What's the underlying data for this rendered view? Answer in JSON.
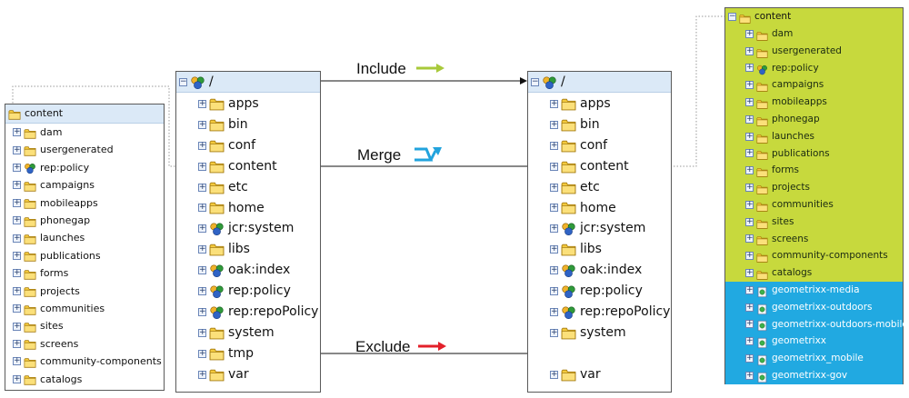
{
  "colors": {
    "header_bg": "#dbe9f7",
    "green_region": "#c7d93d",
    "blue_region": "#21a9e1",
    "include_arrow": "#a8c93a",
    "merge_arrow": "#22a3dd",
    "exclude_arrow": "#e3202a"
  },
  "labels": {
    "include": "Include",
    "merge": "Merge",
    "exclude": "Exclude"
  },
  "left_panel": {
    "root": "content",
    "items": [
      {
        "name": "dam",
        "icon": "folder-icon"
      },
      {
        "name": "usergenerated",
        "icon": "folder-icon"
      },
      {
        "name": "rep:policy",
        "icon": "policy-icon"
      },
      {
        "name": "campaigns",
        "icon": "folder-icon"
      },
      {
        "name": "mobileapps",
        "icon": "folder-icon"
      },
      {
        "name": "phonegap",
        "icon": "folder-icon"
      },
      {
        "name": "launches",
        "icon": "folder-icon"
      },
      {
        "name": "publications",
        "icon": "folder-icon"
      },
      {
        "name": "forms",
        "icon": "folder-icon"
      },
      {
        "name": "projects",
        "icon": "folder-icon"
      },
      {
        "name": "communities",
        "icon": "folder-icon"
      },
      {
        "name": "sites",
        "icon": "folder-icon"
      },
      {
        "name": "screens",
        "icon": "folder-icon"
      },
      {
        "name": "community-components",
        "icon": "folder-icon"
      },
      {
        "name": "catalogs",
        "icon": "folder-icon"
      }
    ]
  },
  "source_repo": {
    "root": "/",
    "items": [
      {
        "name": "apps",
        "icon": "folder-icon"
      },
      {
        "name": "bin",
        "icon": "folder-icon"
      },
      {
        "name": "conf",
        "icon": "folder-icon"
      },
      {
        "name": "content",
        "icon": "folder-icon"
      },
      {
        "name": "etc",
        "icon": "folder-icon"
      },
      {
        "name": "home",
        "icon": "folder-icon"
      },
      {
        "name": "jcr:system",
        "icon": "policy-icon"
      },
      {
        "name": "libs",
        "icon": "folder-icon"
      },
      {
        "name": "oak:index",
        "icon": "policy-icon"
      },
      {
        "name": "rep:policy",
        "icon": "policy-icon"
      },
      {
        "name": "rep:repoPolicy",
        "icon": "policy-icon"
      },
      {
        "name": "system",
        "icon": "folder-icon"
      },
      {
        "name": "tmp",
        "icon": "folder-icon"
      },
      {
        "name": "var",
        "icon": "folder-icon"
      }
    ]
  },
  "target_repo": {
    "root": "/",
    "items": [
      {
        "name": "apps",
        "icon": "folder-icon"
      },
      {
        "name": "bin",
        "icon": "folder-icon"
      },
      {
        "name": "conf",
        "icon": "folder-icon"
      },
      {
        "name": "content",
        "icon": "folder-icon"
      },
      {
        "name": "etc",
        "icon": "folder-icon"
      },
      {
        "name": "home",
        "icon": "folder-icon"
      },
      {
        "name": "jcr:system",
        "icon": "policy-icon"
      },
      {
        "name": "libs",
        "icon": "folder-icon"
      },
      {
        "name": "oak:index",
        "icon": "policy-icon"
      },
      {
        "name": "rep:policy",
        "icon": "policy-icon"
      },
      {
        "name": "rep:repoPolicy",
        "icon": "policy-icon"
      },
      {
        "name": "system",
        "icon": "folder-icon"
      },
      {
        "name": "",
        "icon": ""
      },
      {
        "name": "var",
        "icon": "folder-icon"
      }
    ]
  },
  "right_panel": {
    "root": "content",
    "items": [
      {
        "name": "dam",
        "icon": "folder-icon"
      },
      {
        "name": "usergenerated",
        "icon": "folder-icon"
      },
      {
        "name": "rep:policy",
        "icon": "policy-icon"
      },
      {
        "name": "campaigns",
        "icon": "folder-icon"
      },
      {
        "name": "mobileapps",
        "icon": "folder-icon"
      },
      {
        "name": "phonegap",
        "icon": "folder-icon"
      },
      {
        "name": "launches",
        "icon": "folder-icon"
      },
      {
        "name": "publications",
        "icon": "folder-icon"
      },
      {
        "name": "forms",
        "icon": "folder-icon"
      },
      {
        "name": "projects",
        "icon": "folder-icon"
      },
      {
        "name": "communities",
        "icon": "folder-icon"
      },
      {
        "name": "sites",
        "icon": "folder-icon"
      },
      {
        "name": "screens",
        "icon": "folder-icon"
      },
      {
        "name": "community-components",
        "icon": "folder-icon"
      },
      {
        "name": "catalogs",
        "icon": "folder-icon"
      },
      {
        "name": "geometrixx-media",
        "icon": "page-icon"
      },
      {
        "name": "geometrixx-outdoors",
        "icon": "page-icon"
      },
      {
        "name": "geometrixx-outdoors-mobile",
        "icon": "page-icon"
      },
      {
        "name": "geometrixx",
        "icon": "page-icon"
      },
      {
        "name": "geometrixx_mobile",
        "icon": "page-icon"
      },
      {
        "name": "geometrixx-gov",
        "icon": "page-icon"
      }
    ]
  }
}
